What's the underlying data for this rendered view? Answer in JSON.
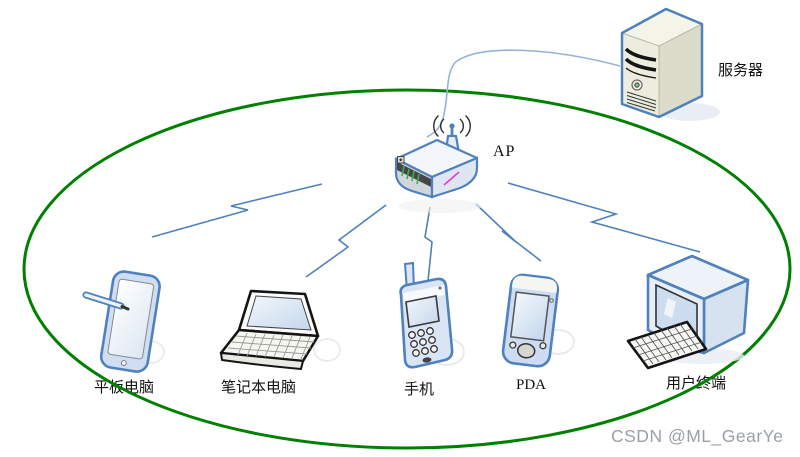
{
  "diagram": {
    "type": "wlan-topology",
    "labels": {
      "server": "服务器",
      "ap": "AP",
      "tablet": "平板电脑",
      "laptop": "笔记本电脑",
      "phone": "手机",
      "pda": "PDA",
      "terminal": "用户终端"
    },
    "watermark": "CSDN @ML_GearYe",
    "colors": {
      "coverage_ellipse": "#008000",
      "device_outline": "#4f81bd",
      "lightning_link": "#4f81bd",
      "wired_link": "#95b3d7",
      "label_text": "#111111",
      "watermark_text": "#9aa0a6"
    },
    "nodes": [
      "服务器",
      "AP",
      "平板电脑",
      "笔记本电脑",
      "手机",
      "PDA",
      "用户终端"
    ],
    "links": [
      {
        "from": "服务器",
        "to": "AP",
        "kind": "wired-curve"
      },
      {
        "from": "AP",
        "to": "平板电脑",
        "kind": "wireless-lightning"
      },
      {
        "from": "AP",
        "to": "笔记本电脑",
        "kind": "wireless-lightning"
      },
      {
        "from": "AP",
        "to": "手机",
        "kind": "wireless-lightning"
      },
      {
        "from": "AP",
        "to": "PDA",
        "kind": "wireless-lightning"
      },
      {
        "from": "AP",
        "to": "用户终端",
        "kind": "wireless-lightning"
      }
    ]
  }
}
